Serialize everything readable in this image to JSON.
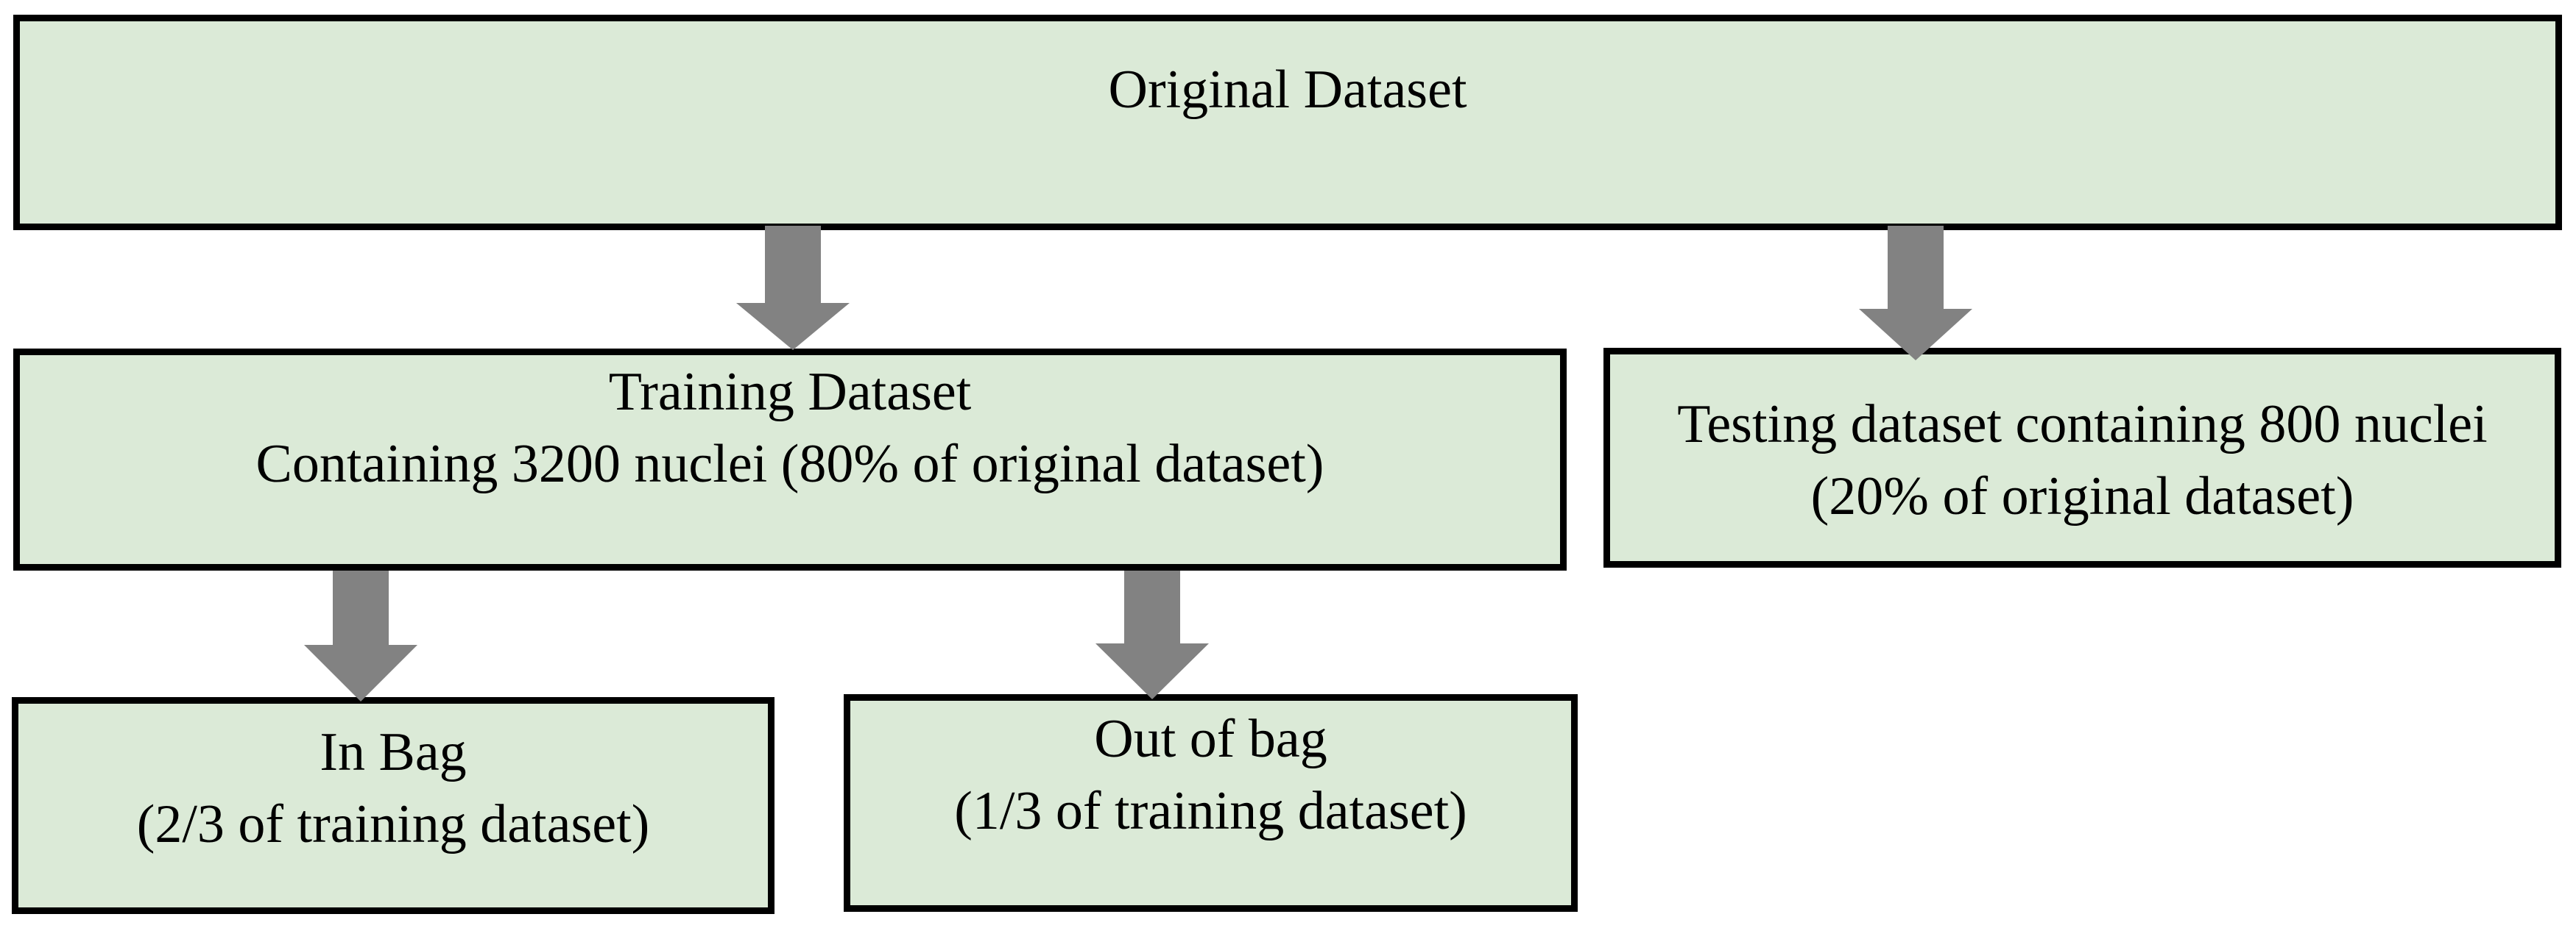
{
  "figure": {
    "colors": {
      "background": "#ffffff",
      "box_fill": "#dbead7",
      "box_border": "#000000",
      "arrow": "#828282",
      "text": "#000000"
    },
    "boxes": {
      "original": {
        "lines": [
          "Original Dataset"
        ]
      },
      "training": {
        "lines": [
          "Training Dataset",
          "Containing 3200 nuclei (80% of original dataset)"
        ]
      },
      "testing": {
        "lines": [
          "Testing dataset containing 800 nuclei",
          "(20% of original dataset)"
        ]
      },
      "in_bag": {
        "lines": [
          "In Bag",
          "(2/3 of training dataset)"
        ]
      },
      "out_of_bag": {
        "lines": [
          "Out of bag",
          "(1/3 of training dataset)"
        ]
      }
    }
  }
}
